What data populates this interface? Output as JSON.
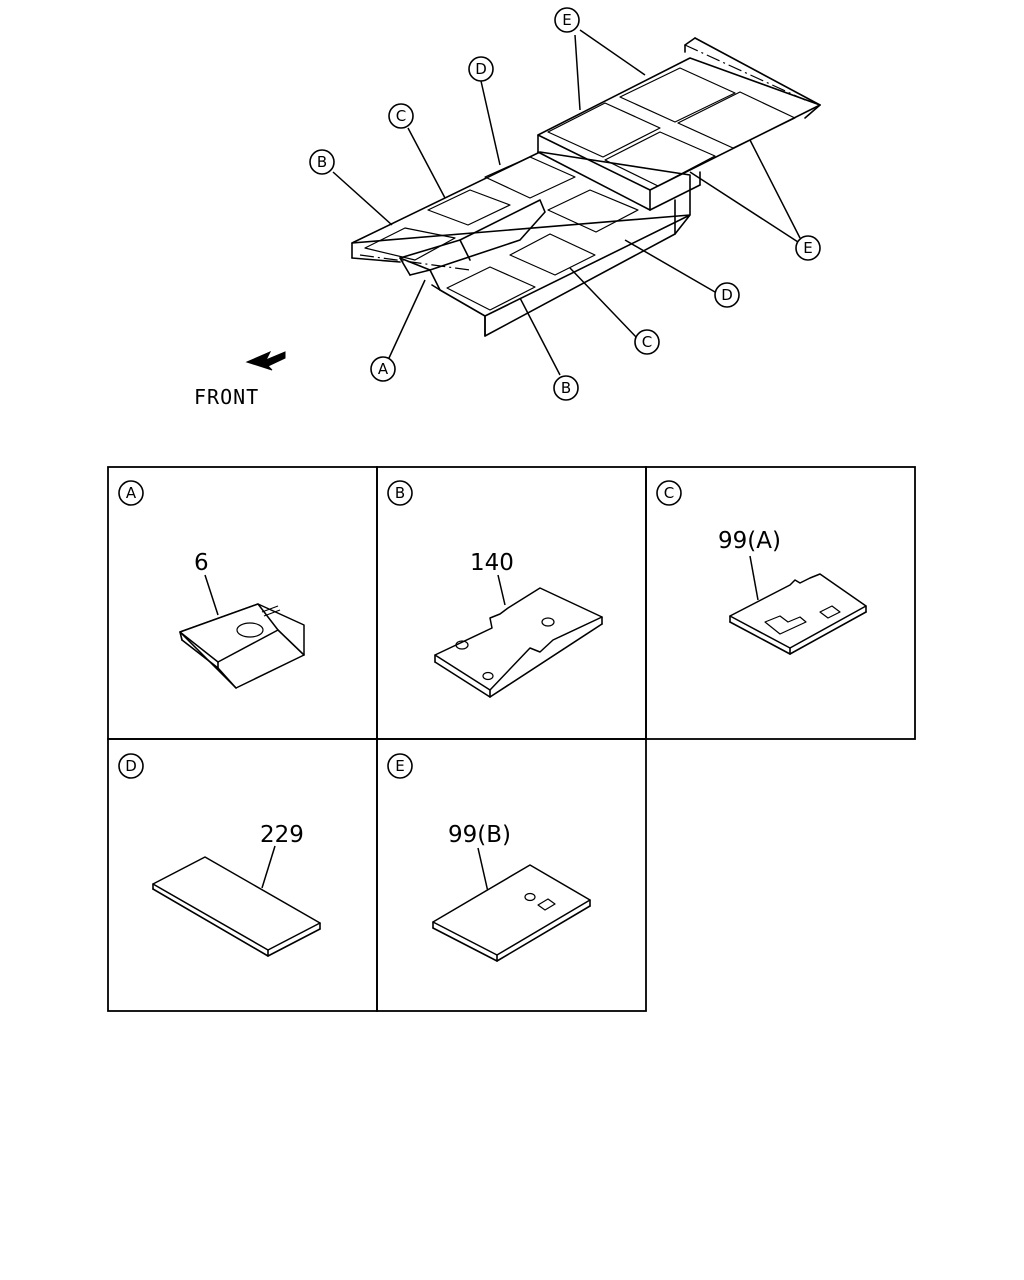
{
  "overview": {
    "front_label": "FRONT",
    "callouts": {
      "a": "A",
      "b_top": "B",
      "b_bottom": "B",
      "c_top": "C",
      "c_bottom": "C",
      "d_top": "D",
      "d_bottom": "D",
      "e_top": "E",
      "e_bottom": "E"
    }
  },
  "panels": [
    {
      "letter": "A",
      "part_number": "6"
    },
    {
      "letter": "B",
      "part_number": "140"
    },
    {
      "letter": "C",
      "part_number": "99(A)"
    },
    {
      "letter": "D",
      "part_number": "229"
    },
    {
      "letter": "E",
      "part_number": "99(B)"
    }
  ]
}
